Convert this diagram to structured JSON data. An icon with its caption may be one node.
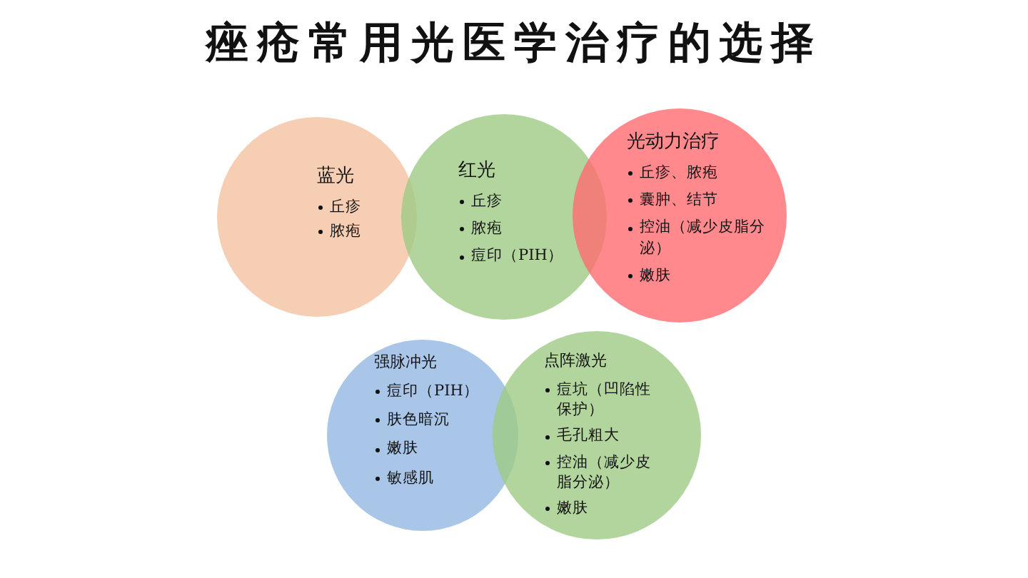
{
  "diagram": {
    "title": "痤疮常用光医学治疗的选择",
    "nodes": [
      {
        "text": [
          "蓝光",
          "丘疹",
          "脓疱"
        ]
      },
      {
        "text": [
          "红光",
          "丘疹",
          "脓疱",
          "痘印（PIH）"
        ]
      },
      {
        "text": [
          "光动力治疗",
          "丘疹、脓疱",
          "囊肿、结节",
          "控油（减少皮脂分泌）",
          "嫩肤"
        ]
      },
      {
        "text": [
          "强脉冲光",
          "痘印（PIH）",
          "肤色暗沉",
          "嫩肤",
          "敏感肌"
        ]
      },
      {
        "text": [
          "点阵激光",
          "痘坑（凹陷性保护）",
          "毛孔粗大",
          "控油（减少皮脂分泌）",
          "嫩肤"
        ]
      }
    ]
  }
}
